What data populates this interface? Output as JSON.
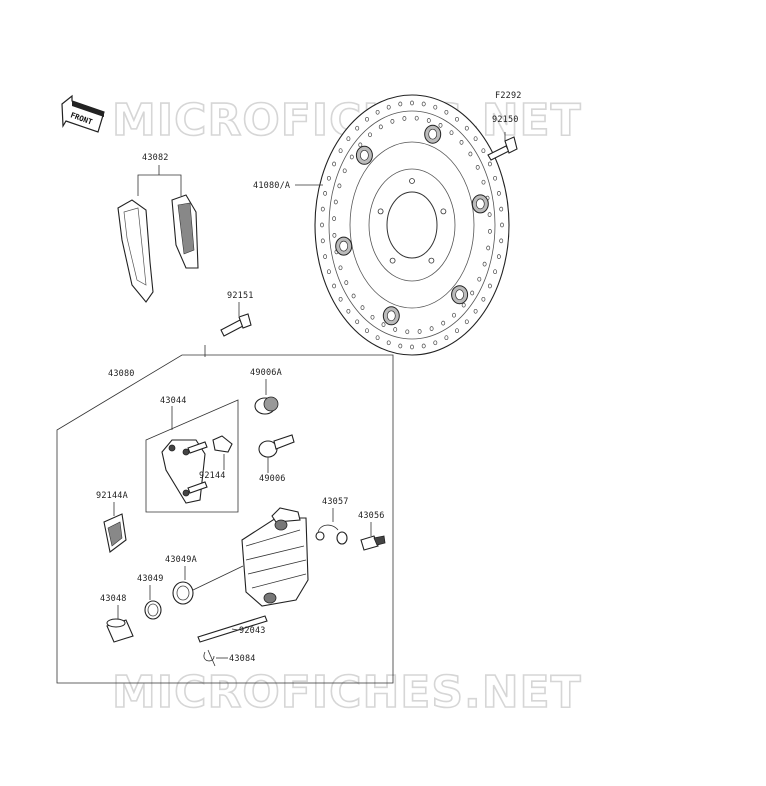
{
  "watermark": {
    "text": "MICROFICHES.NET"
  },
  "figure_code": "F2292",
  "front_badge": {
    "text": "FRONT"
  },
  "labels": {
    "p43082": "43082",
    "p92151": "92151",
    "p43080": "43080",
    "p49006A": "49006A",
    "p43044": "43044",
    "p92144": "92144",
    "p49006": "49006",
    "p92144A": "92144A",
    "p43057": "43057",
    "p43056": "43056",
    "p43049A": "43049A",
    "p43049": "43049",
    "p43048": "43048",
    "p92043": "92043",
    "p43084": "43084",
    "p92150": "92150",
    "p41080A": "41080/A"
  }
}
